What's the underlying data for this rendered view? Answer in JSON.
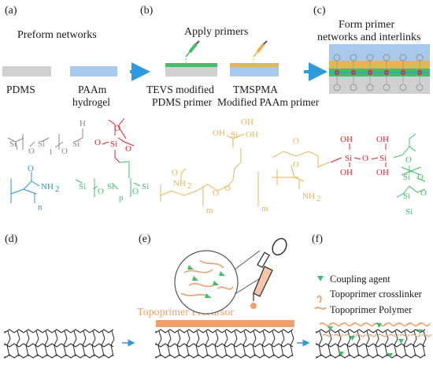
{
  "colors": {
    "pdms": "#d0d0d0",
    "paam": "#a8c8ec",
    "arrow": "#2e9be0",
    "tevs": "#e8202a",
    "tmspma": "#e5b455",
    "green": "#3fbf6a",
    "blue": "#2f8fd5",
    "gray": "#8a8a8a",
    "topo": "#f0a06a",
    "network": "#2a2a2a"
  },
  "panels": {
    "a": {
      "label": "(a)",
      "title": "Preform networks",
      "pdms_label": "PDMS",
      "paam_label_1": "PAAm",
      "paam_label_2": "hydrogel"
    },
    "b": {
      "label": "(b)",
      "title": "Apply primers",
      "tevs_label_1": "TEVS modified",
      "tevs_label_2": "PDMS primer",
      "tmspma_label_1": "TMSPMA",
      "tmspma_label_2": "Modified PAAm primer"
    },
    "c": {
      "label": "(c)",
      "title_1": "Form primer",
      "title_2": "networks and interlinks"
    },
    "d": {
      "label": "(d)"
    },
    "e": {
      "label": "(e)",
      "precursor_label": "Topoprimer Precursor"
    },
    "f": {
      "label": "(f)"
    }
  },
  "chem": {
    "si": "Si",
    "o": "O",
    "h": "H",
    "nh2": "NH",
    "sub2": "2",
    "oh": "OH",
    "sub_n": "n",
    "sub_m": "m",
    "sub_p": "p",
    "sub_l": "l"
  },
  "legend": {
    "coupling": "Coupling agent",
    "crosslinker": "Topoprimer crosslinker",
    "polymer": "Topoprimer Polymer"
  }
}
